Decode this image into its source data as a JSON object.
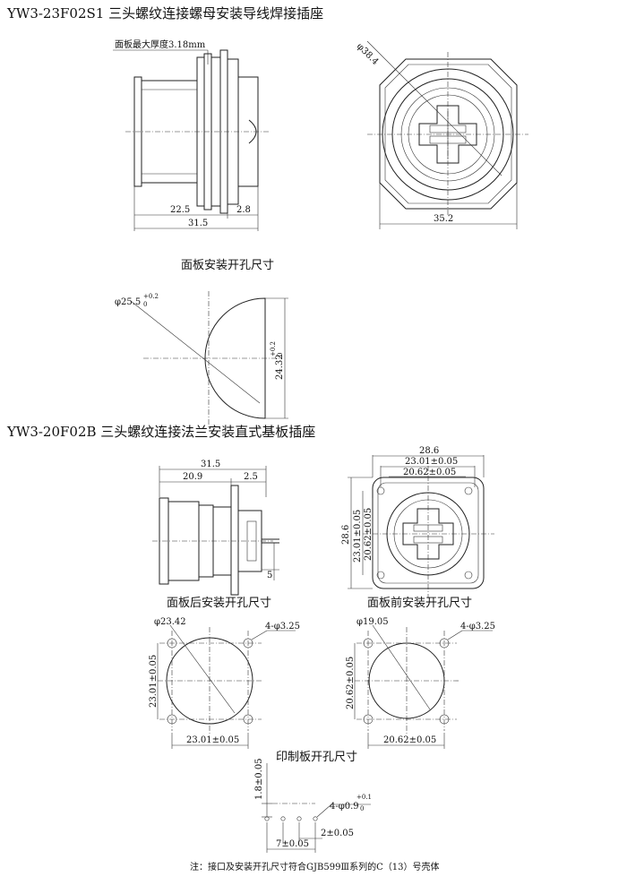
{
  "section1": {
    "title": "YW3-23F02S1 三头螺纹连接螺母安装导线焊接插座",
    "panel_thickness_note": "面板最大厚度3.18mm",
    "dim_22_5": "22.5",
    "dim_2_8": "2.8",
    "dim_31_5": "31.5",
    "dim_phi38_4": "φ38.4",
    "dim_35_2": "35.2"
  },
  "panel_cutout1": {
    "title": "面板安装开孔尺寸",
    "dia_label": "φ25.5",
    "dia_tol_upper": "+0.2",
    "dia_tol_lower": "0",
    "flat_label": "24.32",
    "flat_tol_upper": "+0.2",
    "flat_tol_lower": "0"
  },
  "section2": {
    "title": "YW3-20F02B 三头螺纹连接法兰安装直式基板插座",
    "dim_31_5": "31.5",
    "dim_20_9": "20.9",
    "dim_2_5": "2.5",
    "dim_5": "5",
    "dim_28_6_top": "28.6",
    "dim_23_01_top": "23.01±0.05",
    "dim_20_62_top": "20.62±0.05",
    "dim_28_6_left": "28.6",
    "dim_23_01_left": "23.01±0.05",
    "dim_20_62_left": "20.62±0.05"
  },
  "rear_cutout": {
    "title": "面板后安装开孔尺寸",
    "dia_label": "φ23.42",
    "holes_label": "4-φ3.25",
    "v_dim": "23.01±0.05",
    "h_dim": "23.01±0.05"
  },
  "front_cutout": {
    "title": "面板前安装开孔尺寸",
    "dia_label": "φ19.05",
    "holes_label": "4-φ3.25",
    "v_dim": "20.62±0.05",
    "h_dim": "20.62±0.05"
  },
  "pcb_cutout": {
    "title": "印制板开孔尺寸",
    "v_dim": "1.8±0.05",
    "holes_label": "4-φ0.9",
    "holes_tol_upper": "+0.1",
    "holes_tol_lower": "0",
    "dim_2": "2±0.05",
    "dim_7": "7±0.05"
  },
  "footnote": "注：接口及安装开孔尺寸符合GJB599Ⅲ系列的C（13）号壳体"
}
